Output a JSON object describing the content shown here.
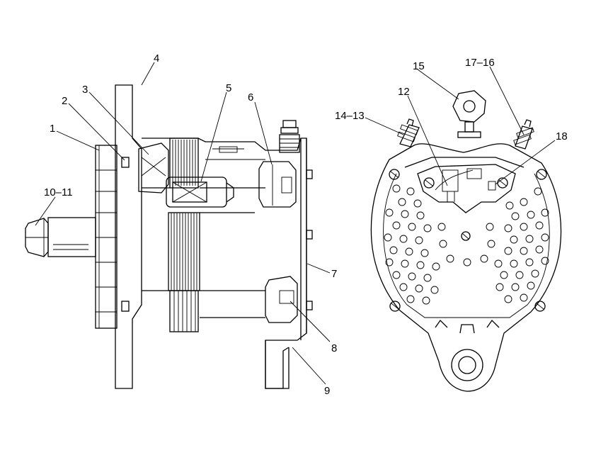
{
  "diagram": {
    "left_view_labels": {
      "l1": "1",
      "l2": "2",
      "l3": "3",
      "l4": "4",
      "l5": "5",
      "l6": "6",
      "l7": "7",
      "l8": "8",
      "l9": "9",
      "l10_11": "10–11"
    },
    "right_view_labels": {
      "l12": "12",
      "l14_13": "14–13",
      "l15": "15",
      "l17_16": "17–16",
      "l18": "18"
    }
  },
  "colors": {
    "line": "#000000",
    "background": "#ffffff"
  }
}
